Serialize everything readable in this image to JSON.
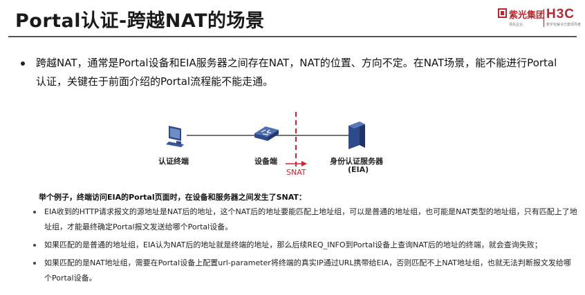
{
  "slide": {
    "title": "Portal认证-跨越NAT的场景",
    "logo": {
      "brand": "紫光集团",
      "h3c": "H3C",
      "tagline_left": "领先企业",
      "tagline_right": "数字化解决方案领导者"
    },
    "intro": "跨越NAT，通常是Portal设备和EIA服务器之间存在NAT，NAT的位置、方向不定。在NAT场景，能不能进行Portal认证，关键在于前面介绍的Portal流程能不能走通。",
    "diagram": {
      "client_label": "认证终端",
      "device_label": "设备端",
      "server_label": "身份认证服务器",
      "server_sub": "(EIA)",
      "snat_label": "SNAT"
    },
    "example_heading": "举个例子，终端访问EIA的Portal页面时，在设备和服务器之间发生了SNAT：",
    "bullets": [
      "EIA收到的HTTP请求报文的源地址是NAT后的地址，这个NAT后的地址要能匹配上地址组，可以是普通的地址组，也可能是NAT类型的地址组，只有匹配上了地址组，才能最终确定Portal报文发送给哪个Portal设备。",
      "如果匹配的是普通的地址组，EIA认为NAT后的地址就是终端的地址，那么后续REQ_INFO到Portal设备上查询NAT后的地址的终端，就会查询失败；",
      "如果匹配的是NAT地址组，需要在Portal设备上配置url-parameter将终端的真实IP通过URL携带给EIA，否则匹配不上NAT地址组，也就无法判断报文发给哪个Portal设备。"
    ]
  },
  "colors": {
    "accent_red": "#d8202c",
    "brand_red": "#b7252f",
    "device_blue": "#2d4a8a"
  }
}
